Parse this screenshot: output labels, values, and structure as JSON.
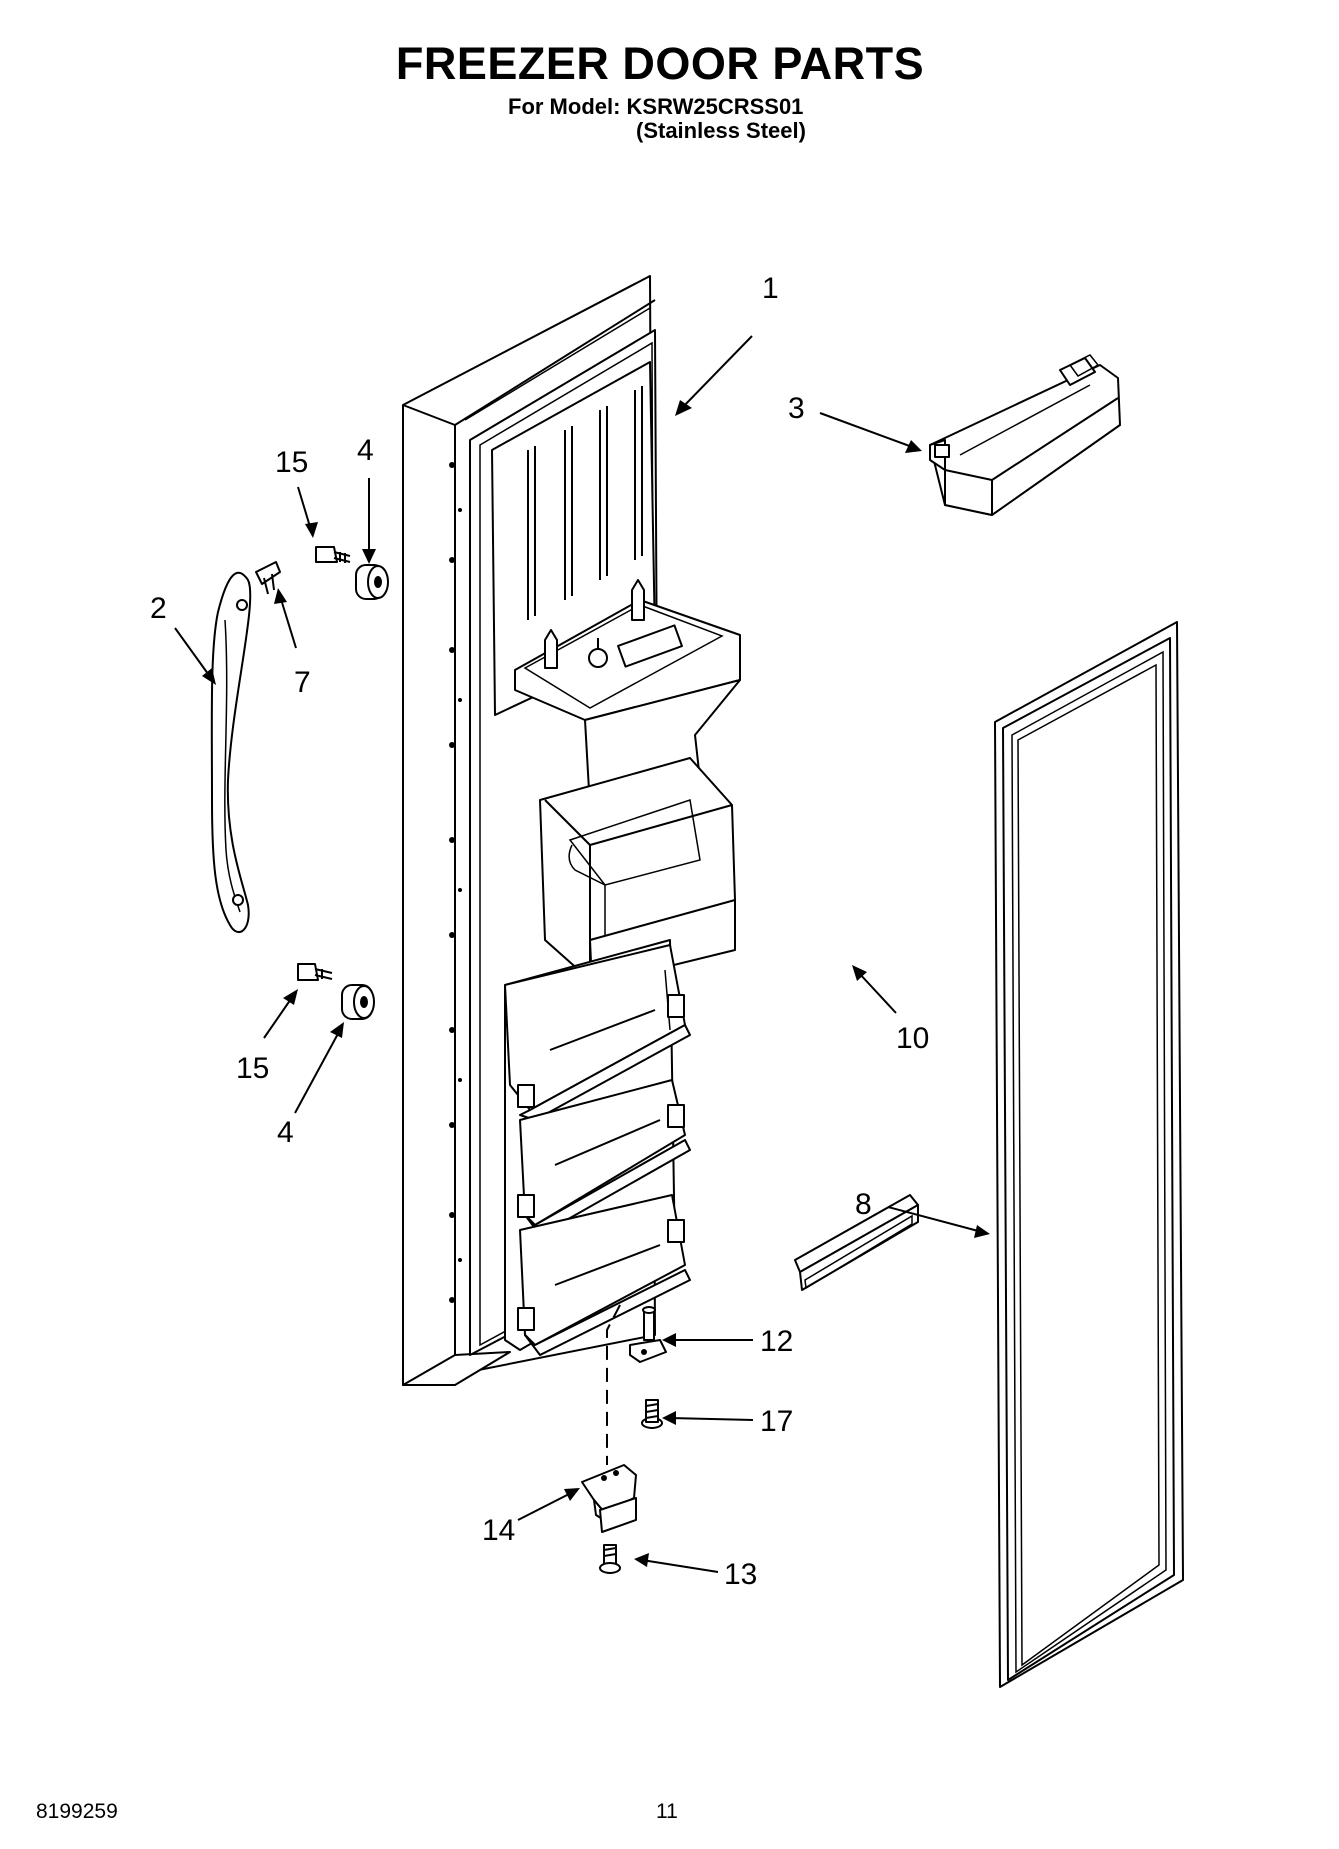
{
  "header": {
    "title": "FREEZER DOOR PARTS",
    "model_line": "For Model: KSRW25CRSS01",
    "finish_line": "(Stainless Steel)"
  },
  "callouts": {
    "c1": "1",
    "c2": "2",
    "c3": "3",
    "c4a": "4",
    "c4b": "4",
    "c7": "7",
    "c8": "8",
    "c10": "10",
    "c12": "12",
    "c13": "13",
    "c14": "14",
    "c15a": "15",
    "c15b": "15",
    "c17": "17"
  },
  "footer": {
    "doc_number": "8199259",
    "page_number": "11"
  }
}
